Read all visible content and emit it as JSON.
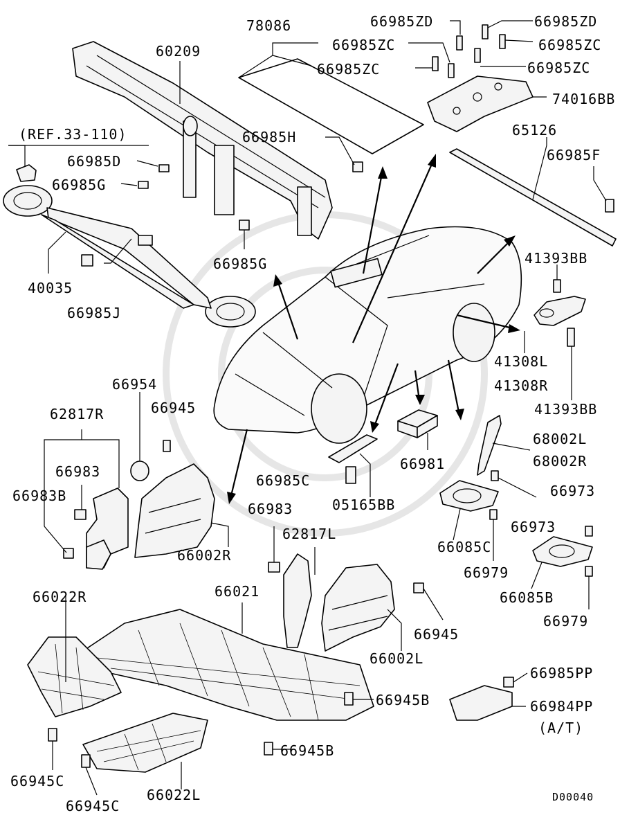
{
  "labels": {
    "l78086": "78086",
    "l66985zd_1": "66985ZD",
    "l66985zd_2": "66985ZD",
    "l66985zc_1": "66985ZC",
    "l66985zc_2": "66985ZC",
    "l66985zc_3": "66985ZC",
    "l66985zc_4": "66985ZC",
    "l74016bb": "74016BB",
    "l60209": "60209",
    "lref": "(REF.33-110)",
    "l66985h": "66985H",
    "l65126": "65126",
    "l66985f": "66985F",
    "l66985d": "66985D",
    "l66985g_1": "66985G",
    "l66985g_2": "66985G",
    "l40035": "40035",
    "l66985j": "66985J",
    "l41393bb_1": "41393BB",
    "l41308l": "41308L",
    "l41308r": "41308R",
    "l41393bb_2": "41393BB",
    "l66954": "66954",
    "l66945_1": "66945",
    "l62817r": "62817R",
    "l66983_1": "66983",
    "l66983b": "66983B",
    "l66981": "66981",
    "l68002l": "68002L",
    "l68002r": "68002R",
    "l66985c": "66985C",
    "l05165bb": "05165BB",
    "l66973_1": "66973",
    "l66973_2": "66973",
    "l66983_2": "66983",
    "l62817l": "62817L",
    "l66002r": "66002R",
    "l66085c": "66085C",
    "l66979_1": "66979",
    "l66085b": "66085B",
    "l66979_2": "66979",
    "l66022r": "66022R",
    "l66021": "66021",
    "l66945_2": "66945",
    "l66002l": "66002L",
    "l66945b_1": "66945B",
    "l66985pp": "66985PP",
    "l66984pp": "66984PP",
    "lat": "(A/T)",
    "l66945b_2": "66945B",
    "l66945c_1": "66945C",
    "l66945c_2": "66945C",
    "l66022l": "66022L"
  },
  "diagram_code": "D00040"
}
